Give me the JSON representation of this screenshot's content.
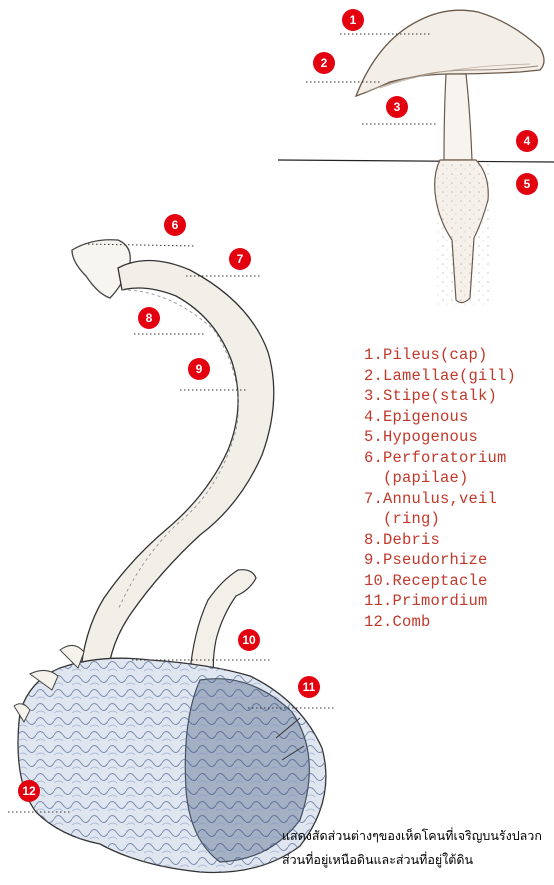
{
  "markers": [
    "1",
    "2",
    "3",
    "4",
    "5",
    "6",
    "7",
    "8",
    "9",
    "10",
    "11",
    "12"
  ],
  "legend": [
    "1.Pileus(cap)",
    "2.Lamellae(gill)",
    "3.Stipe(stalk)",
    "4.Epigenous",
    "5.Hypogenous",
    "6.Perforatorium",
    "  (papilae)",
    "7.Annulus,veil",
    "  (ring)",
    "8.Debris",
    "9.Pseudorhize",
    "10.Receptacle",
    "11.Primordium",
    "12.Comb"
  ],
  "caption": {
    "line1": "แสดงสัดส่วนต่างๆของเห็ดโคนที่เจริญบนรังปลวก",
    "line2": "ส่วนที่อยู่เหนือดินและส่วนที่อยู่ใต้ดิน"
  },
  "colors": {
    "marker": "#e3000f",
    "legend_text": "#c0392b"
  }
}
